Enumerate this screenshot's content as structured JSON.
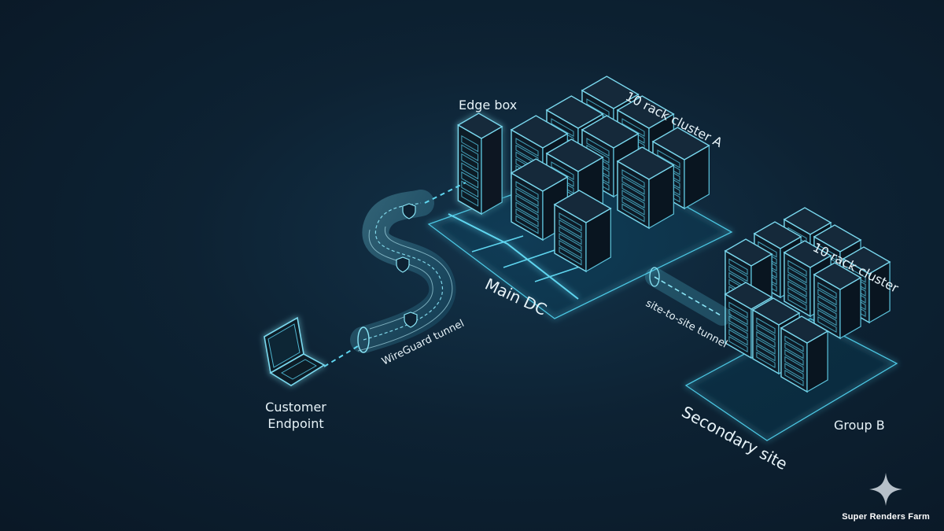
{
  "labels": {
    "edge_box": "Edge box",
    "cluster_a": "10 rack cluster A",
    "main_dc": "Main DC",
    "cluster_b": "10 rack cluster",
    "site_tunnel": "site-to-site tunnel",
    "wireguard": "WireGuard tunnel",
    "customer_line1": "Customer",
    "customer_line2": "Endpoint",
    "secondary_site": "Secondary site",
    "group_b": "Group B"
  },
  "brand": {
    "name": "Super Renders Farm",
    "icon": "sparkle-icon"
  },
  "colors": {
    "accent": "#5fd6f0",
    "background": "#0d2233",
    "text": "#e7f3f8"
  }
}
